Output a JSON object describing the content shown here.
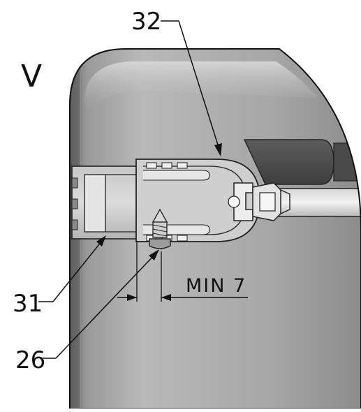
{
  "drawing": {
    "view_label": "V",
    "callouts": [
      {
        "id": "32",
        "text": "32"
      },
      {
        "id": "31",
        "text": "31"
      },
      {
        "id": "26",
        "text": "26"
      }
    ],
    "dimension": {
      "text": "MIN 7"
    }
  }
}
